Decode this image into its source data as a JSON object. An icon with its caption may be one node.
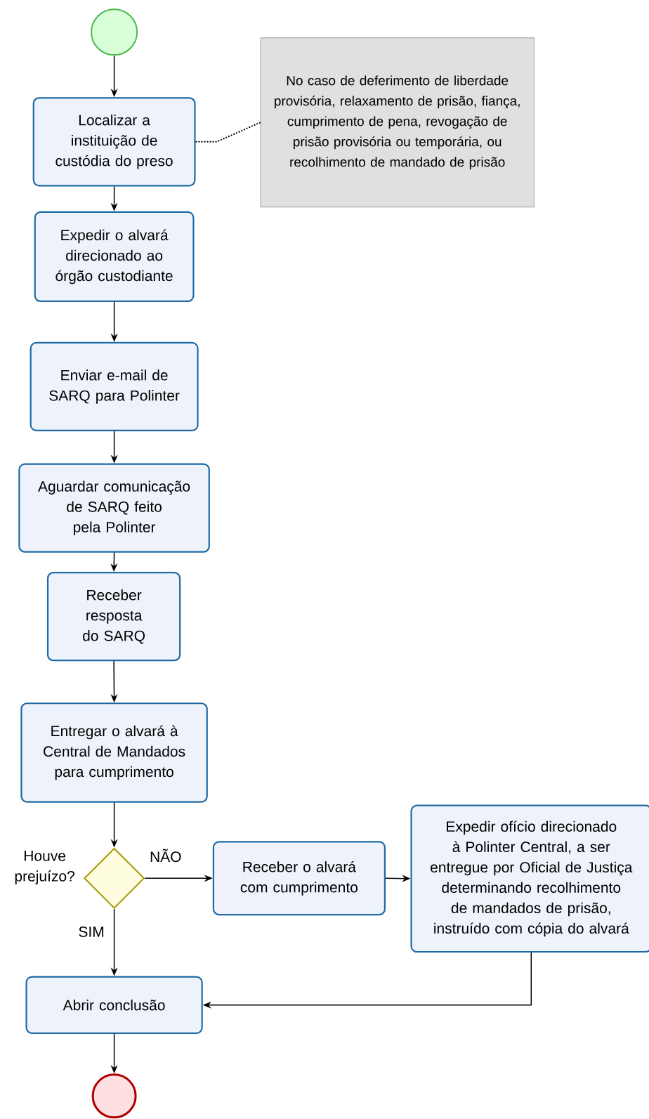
{
  "diagram": {
    "nodes": [
      {
        "text": [],
        "shape": "circle"
      },
      {
        "text": [
          "Localizar a instituição de custódia do preso"
        ]
      },
      {
        "text": [
          "No caso de deferimento de liberdade provisória, relaxamento de prisão, fiança, cumprimento de pena, revogação de prisão provisória ou temporária, ou recolhimento de mandado de prisão"
        ]
      },
      {
        "text": [
          "Expedir o alvará direcionado ao órgão custodiante"
        ]
      },
      {
        "text": [
          "Enviar e-mail de SARQ para Polinter"
        ]
      },
      {
        "text": [
          "Aguardar comunicação de SARQ feito pela Polinter"
        ]
      },
      {
        "text": [
          "Receber resposta do SARQ"
        ]
      },
      {
        "text": [
          "Entregar o alvará à Central de Mandados para cumprimento"
        ]
      },
      {
        "text": [],
        "shape": "diamond",
        "beside": [
          "Houve prejuízo?"
        ]
      },
      {
        "text": [
          "Receber o alvará com cumprimento"
        ]
      },
      {
        "text": [
          "Expedir ofício direcionado à Polinter Central, a ser entregue por Oficial de Justiça determinando recolhimento de mandados de prisão, instruído com cópia do alvará"
        ]
      },
      {
        "text": [
          "Abrir conclusão"
        ]
      },
      {
        "text": [],
        "shape": "circle"
      }
    ],
    "edges": [
      {
        "from": 0,
        "to": 1,
        "arrow": "to"
      },
      {
        "from": 1,
        "to": 2,
        "arrow": "none",
        "style": "dashed"
      },
      {
        "from": 1,
        "to": 3,
        "arrow": "to"
      },
      {
        "from": 3,
        "to": 4,
        "arrow": "to"
      },
      {
        "from": 4,
        "to": 5,
        "arrow": "to"
      },
      {
        "from": 5,
        "to": 6,
        "arrow": "to"
      },
      {
        "from": 6,
        "to": 7,
        "arrow": "to"
      },
      {
        "from": 7,
        "to": 8,
        "arrow": "to"
      },
      {
        "from": 8,
        "to": 9,
        "arrow": "to",
        "label": "NÃO"
      },
      {
        "from": 9,
        "to": 10,
        "arrow": "to"
      },
      {
        "from": 10,
        "to": 11,
        "arrow": "to"
      },
      {
        "from": 8,
        "to": 11,
        "arrow": "to",
        "label": "SIM"
      },
      {
        "from": 11,
        "to": 12,
        "arrow": "to"
      }
    ]
  }
}
